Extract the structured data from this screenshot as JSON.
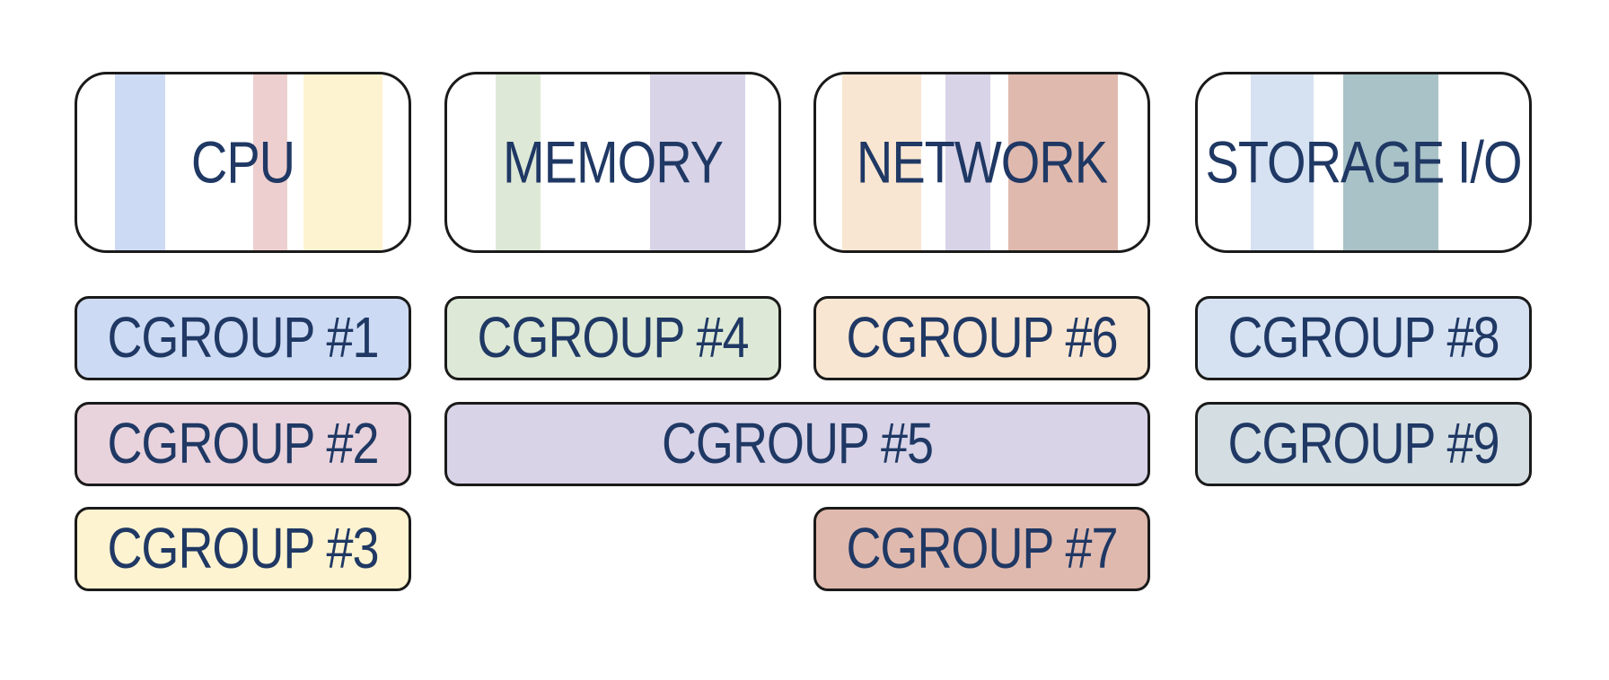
{
  "resources": {
    "cpu": {
      "label": "CPU"
    },
    "memory": {
      "label": "MEMORY"
    },
    "network": {
      "label": "NETWORK"
    },
    "storage": {
      "label": "STORAGE I/O"
    }
  },
  "cgroups": {
    "c1": {
      "label": "CGROUP #1",
      "color": "#cddaf3"
    },
    "c2": {
      "label": "CGROUP #2",
      "color": "#e8d3dc"
    },
    "c3": {
      "label": "CGROUP #3",
      "color": "#fdf3d0"
    },
    "c4": {
      "label": "CGROUP #4",
      "color": "#dde9d6"
    },
    "c5": {
      "label": "CGROUP #5",
      "color": "#d8d3e7"
    },
    "c6": {
      "label": "CGROUP #6",
      "color": "#f9e6d2"
    },
    "c7": {
      "label": "CGROUP #7",
      "color": "#e0b9ae"
    },
    "c8": {
      "label": "CGROUP #8",
      "color": "#d6e2f2"
    },
    "c9": {
      "label": "CGROUP #9",
      "color": "#d4dee2"
    }
  },
  "stripe_colors": {
    "cpu": [
      "#cddaf3",
      "#eecfcf",
      "#fdf3d0"
    ],
    "memory": [
      "#dde9d6",
      "#d8d3e7"
    ],
    "network": [
      "#f9e6d2",
      "#d8d3e7",
      "#e0b9ae"
    ],
    "storage": [
      "#d6e2f2",
      "#a9c2c8"
    ]
  }
}
